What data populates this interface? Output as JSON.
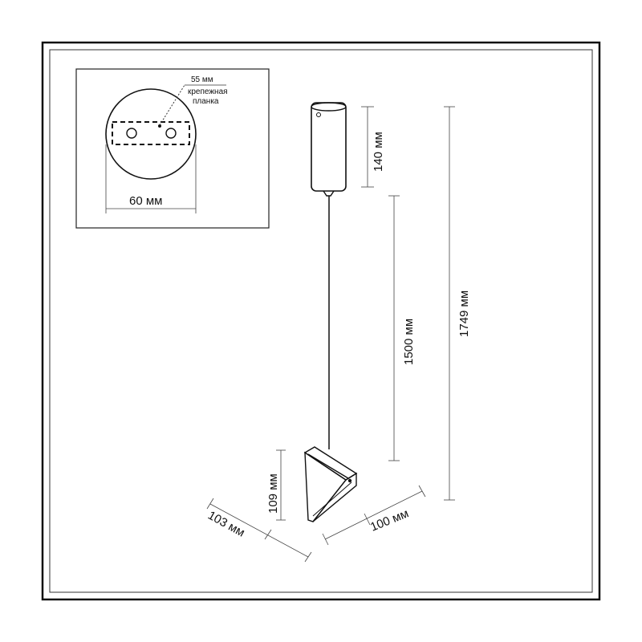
{
  "detail": {
    "plate_size_label": "55 мм",
    "plate_name_line1": "крепежная",
    "plate_name_line2": "планка",
    "diameter_label": "60 мм"
  },
  "dimensions": {
    "canopy_height": "140 мм",
    "cable_length": "1500 мм",
    "total_height": "1749 мм",
    "shade_height": "109 мм",
    "shade_depth": "103 мм",
    "shade_width": "100 мм"
  },
  "colors": {
    "line": "#222222",
    "frame": "#111111",
    "background": "#ffffff"
  }
}
